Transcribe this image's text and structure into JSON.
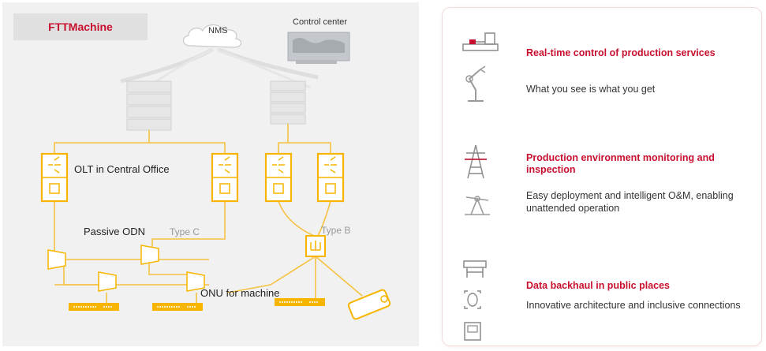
{
  "left": {
    "title": "FTTMachine",
    "labels": {
      "nms": "NMS",
      "control_center": "Control center",
      "olt": "OLT in Central Office",
      "passive_odn": "Passive ODN",
      "type_c": "Type C",
      "type_b": "Type B",
      "onu": "ONU for machine"
    }
  },
  "features": [
    {
      "title": "Real-time control of production services",
      "desc": "What you see is what you get"
    },
    {
      "title": "Production environment monitoring and inspection",
      "desc": "Easy deployment and intelligent O&M, enabling unattended operation"
    },
    {
      "title": "Data backhaul in public places",
      "desc": "Innovative architecture and inclusive connections"
    }
  ],
  "colors": {
    "accent": "#c8102e",
    "line": "#f5c242",
    "device": "#f7b500",
    "gray_icon": "#9a9a9a"
  },
  "icons": [
    "machine-tool-icon",
    "robot-arm-icon",
    "power-tower-icon",
    "oil-pump-icon",
    "machine-frame-icon",
    "facial-scan-icon",
    "kiosk-icon"
  ]
}
